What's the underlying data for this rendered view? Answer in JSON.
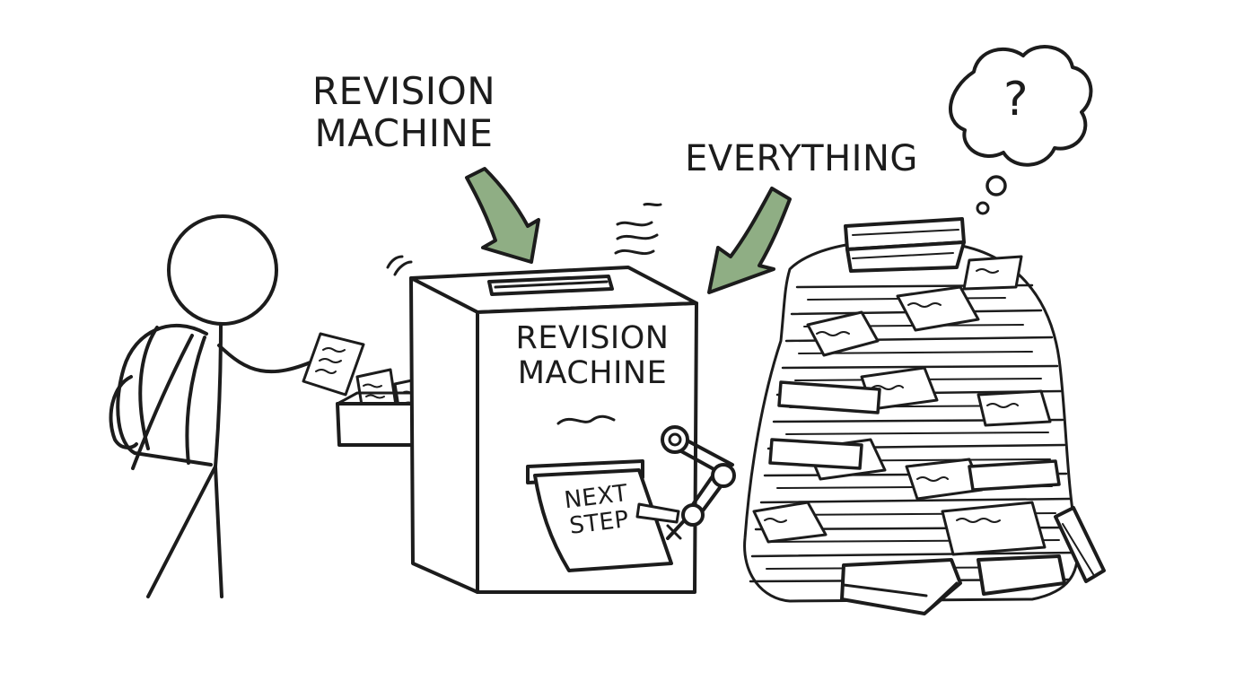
{
  "labels": {
    "arrow_label_left": "REVISION\nMACHINE",
    "arrow_label_right": "EVERYTHING",
    "machine_label": "REVISION\nMACHINE",
    "output_sheet": "NEXT\nSTEP",
    "thought_bubble": "?"
  },
  "colors": {
    "ink": "#1c1c1c",
    "arrow_fill": "#8fae84",
    "paper": "#ffffff"
  },
  "icons": [
    "stick-figure",
    "backpack",
    "note-box",
    "revision-machine",
    "robot-arm",
    "green-arrow",
    "book-and-paper-pile",
    "thought-cloud"
  ]
}
